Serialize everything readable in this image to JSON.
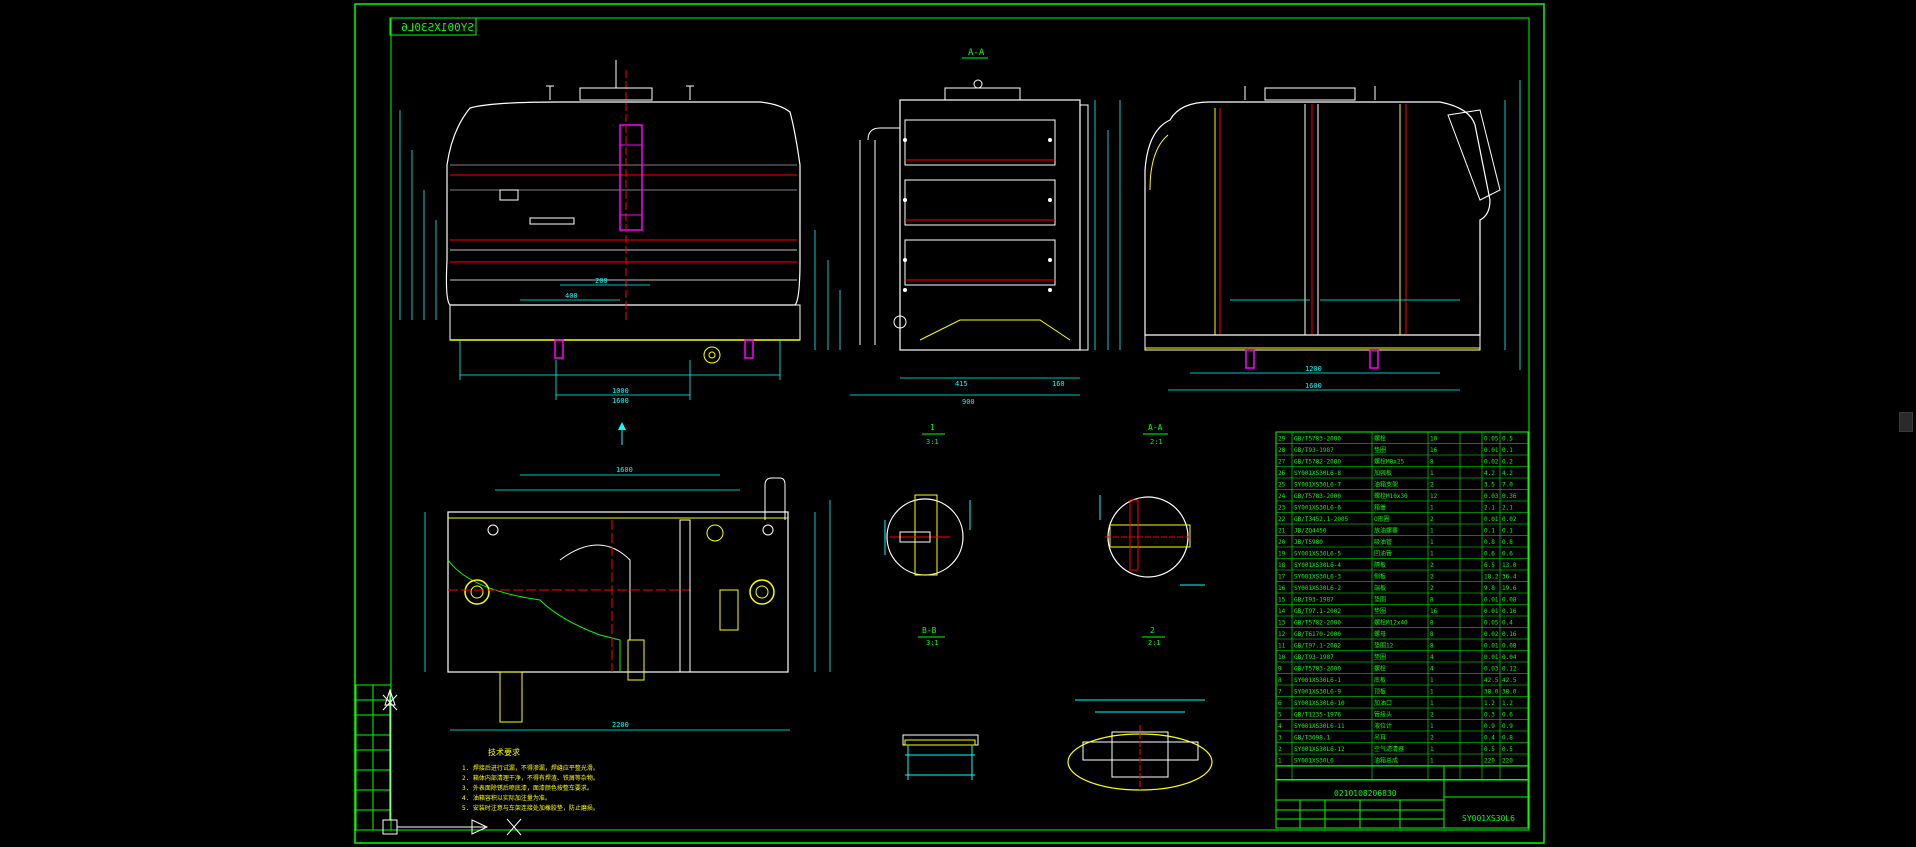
{
  "drawing": {
    "stamp_mirrored": "SY001XS30L6",
    "drawing_number": "SY001XS30L6",
    "title_block_code": "0210108206830",
    "section_aa": "A-A",
    "section_aa_scale": "A-A",
    "section_bb": "B-B",
    "detail_1": "1",
    "detail_2": "2",
    "detail_scale_1": "3:1",
    "detail_scale_2": "2:1",
    "tech_title": "技术要求",
    "tech_notes": [
      "1. 焊接后进行试漏，不得渗漏，焊缝应平整光滑。",
      "2. 箱体内部清理干净，不得有焊渣、铁屑等杂物。",
      "3. 外表面除锈后喷底漆，面漆颜色按整车要求。",
      "4. 油箱容积以实际加注量为准。",
      "5. 安装时注意与车架连接处加橡胶垫，防止磨损。"
    ],
    "dims": {
      "front_width": "1600",
      "front_base": "1000",
      "front_mid": "400",
      "front_small": "200",
      "side_width": "900",
      "side_left": "415",
      "side_right": "160",
      "right_width": "1600",
      "right_base": "1200",
      "plan_top": "1600",
      "plan_width": "2200"
    },
    "bom_rows": [
      [
        "29",
        "GB/T5783-2000",
        "螺栓",
        "10",
        "",
        "0.05",
        "0.5"
      ],
      [
        "28",
        "GB/T93-1987",
        "垫圈",
        "16",
        "",
        "0.01",
        "0.1"
      ],
      [
        "27",
        "GB/T5782-2000",
        "螺栓M8x25",
        "8",
        "",
        "0.02",
        "0.2"
      ],
      [
        "26",
        "SY001XS30L6-8",
        "加强板",
        "1",
        "",
        "4.2",
        "4.2"
      ],
      [
        "25",
        "SY001XS30L6-7",
        "油箱支架",
        "2",
        "",
        "3.5",
        "7.0"
      ],
      [
        "24",
        "GB/T5783-2000",
        "螺栓M10x30",
        "12",
        "",
        "0.03",
        "0.36"
      ],
      [
        "23",
        "SY001XS30L6-6",
        "箱盖",
        "1",
        "",
        "2.1",
        "2.1"
      ],
      [
        "22",
        "GB/T3452.1-2005",
        "O形圈",
        "2",
        "",
        "0.01",
        "0.02"
      ],
      [
        "21",
        "JB/ZQ4450",
        "放油螺塞",
        "1",
        "",
        "0.1",
        "0.1"
      ],
      [
        "20",
        "JB/T5980",
        "吸油管",
        "1",
        "",
        "0.8",
        "0.8"
      ],
      [
        "19",
        "SY001XS30L6-5",
        "回油管",
        "1",
        "",
        "0.6",
        "0.6"
      ],
      [
        "18",
        "SY001XS30L6-4",
        "隔板",
        "2",
        "",
        "6.5",
        "13.0"
      ],
      [
        "17",
        "SY001XS30L6-3",
        "侧板",
        "2",
        "",
        "18.2",
        "36.4"
      ],
      [
        "16",
        "SY001XS30L6-2",
        "端板",
        "2",
        "",
        "9.8",
        "19.6"
      ],
      [
        "15",
        "GB/T93-1987",
        "垫圈",
        "8",
        "",
        "0.01",
        "0.08"
      ],
      [
        "14",
        "GB/T97.1-2002",
        "垫圈",
        "16",
        "",
        "0.01",
        "0.16"
      ],
      [
        "13",
        "GB/T5782-2000",
        "螺栓M12x40",
        "8",
        "",
        "0.05",
        "0.4"
      ],
      [
        "12",
        "GB/T6170-2000",
        "螺母",
        "8",
        "",
        "0.02",
        "0.16"
      ],
      [
        "11",
        "GB/T97.1-2002",
        "垫圈12",
        "8",
        "",
        "0.01",
        "0.08"
      ],
      [
        "10",
        "GB/T93-1987",
        "垫圈",
        "4",
        "",
        "0.01",
        "0.04"
      ],
      [
        "9",
        "GB/T5783-2000",
        "螺栓",
        "4",
        "",
        "0.03",
        "0.12"
      ],
      [
        "8",
        "SY001XS30L6-1",
        "底板",
        "1",
        "",
        "42.5",
        "42.5"
      ],
      [
        "7",
        "SY001XS30L6-9",
        "顶板",
        "1",
        "",
        "38.0",
        "38.0"
      ],
      [
        "6",
        "SY001XS30L6-10",
        "加油口",
        "1",
        "",
        "1.2",
        "1.2"
      ],
      [
        "5",
        "GB/T1235-1976",
        "管接头",
        "2",
        "",
        "0.3",
        "0.6"
      ],
      [
        "4",
        "SY001XS30L6-11",
        "液位计",
        "1",
        "",
        "0.9",
        "0.9"
      ],
      [
        "3",
        "GB/T3098.1",
        "吊耳",
        "2",
        "",
        "0.4",
        "0.8"
      ],
      [
        "2",
        "SY001XS30L6-12",
        "空气滤清器",
        "1",
        "",
        "0.5",
        "0.5"
      ],
      [
        "1",
        "SY001XS30L6",
        "油箱总成",
        "1",
        "",
        "220",
        "220"
      ]
    ]
  },
  "colors": {
    "background": "#000000",
    "frame": "#00ff00",
    "outline": "#ffffff",
    "dimension": "#00ffff",
    "centerline": "#ff0000",
    "part": "#ff00ff",
    "accent": "#ffff00",
    "scroll_track": "#000000"
  },
  "icons": {
    "ucs": "ucs-icon",
    "view_arrow": "view-arrow-icon",
    "scroll_thumb": "scroll-thumb-icon"
  }
}
